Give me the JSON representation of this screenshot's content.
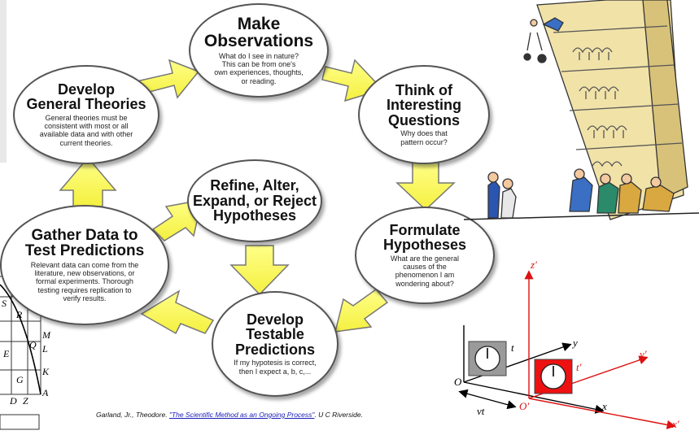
{
  "nodes": {
    "observations": {
      "title": [
        "Make",
        "Observations"
      ],
      "desc": [
        "What do I see in nature?",
        "This can be from one's",
        "own experiences, thoughts,",
        "or reading."
      ]
    },
    "questions": {
      "title": [
        "Think of",
        "Interesting",
        "Questions"
      ],
      "desc": [
        "Why does that",
        "pattern occur?"
      ]
    },
    "hypotheses": {
      "title": [
        "Formulate",
        "Hypotheses"
      ],
      "desc": [
        "What are the general",
        "causes of the",
        "phenomenon I am",
        "wondering about?"
      ]
    },
    "predictions": {
      "title": [
        "Develop",
        "Testable",
        "Predictions"
      ],
      "desc": [
        "If my hypotesis is correct,",
        "then I expect a, b, c,..."
      ]
    },
    "gather": {
      "title": [
        "Gather Data to",
        "Test Predictions"
      ],
      "desc": [
        "Relevant data can come from the",
        "literature, new observations, or",
        "formal experiments.  Thorough",
        "testing requires replication to",
        "verify results."
      ]
    },
    "theories": {
      "title": [
        "Develop",
        "General Theories"
      ],
      "desc": [
        "General theories must be",
        "consistent with most or all",
        "available data and with other",
        "current theories."
      ]
    },
    "refine": {
      "title": [
        "Refine, Alter,",
        "Expand, or Reject",
        "Hypotheses"
      ],
      "desc": []
    }
  },
  "credit": {
    "author": "Garland, Jr., Theodore. ",
    "link": "\"The Scientific Method as an Ongoing Process\"",
    "tail": ". U C Riverside."
  },
  "frames": {
    "z_prime": "z′",
    "y": "y",
    "y_prime": "y′",
    "x": "x",
    "x_prime": "x′",
    "t": "t",
    "t_prime": "t′",
    "O": "O",
    "O_prime": "O′",
    "vt": "vt"
  },
  "geometry_letters": [
    "S",
    "R",
    "M",
    "Q",
    "L",
    "E",
    "G",
    "K",
    "D",
    "Z",
    "A"
  ],
  "colors": {
    "arrow_fill": "#ffff66",
    "arrow_stroke": "#777777",
    "axis_red": "#dd1111",
    "clock_red": "#ee1111",
    "clock_gray": "#9a9a9a"
  }
}
